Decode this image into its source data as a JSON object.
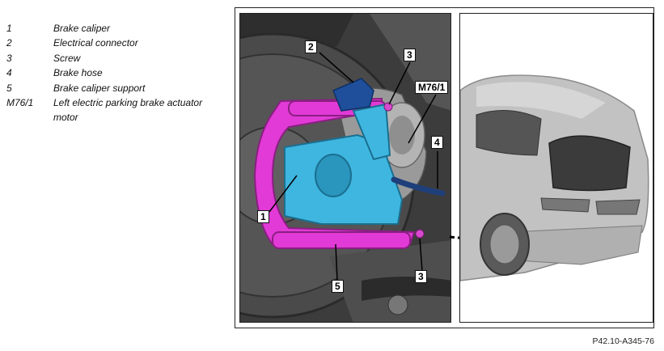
{
  "legend": [
    {
      "num": "1",
      "text": "Brake caliper"
    },
    {
      "num": "2",
      "text": "Electrical connector"
    },
    {
      "num": "3",
      "text": "Screw"
    },
    {
      "num": "4",
      "text": "Brake hose"
    },
    {
      "num": "5",
      "text": "Brake caliper support"
    },
    {
      "num": "M76/1",
      "text": "Left electric parking brake actuator motor"
    }
  ],
  "callouts": {
    "c2": "2",
    "c3_top": "3",
    "c_m76": "M76/1",
    "c4": "4",
    "c1": "1",
    "c3_bottom": "3",
    "c5": "5"
  },
  "reference": "P42.10-A345-76",
  "colors": {
    "caliper": "#3fb6e0",
    "support": "#e23ad6",
    "connector": "#1f4f9a",
    "background_dark": "#3a3a3a",
    "car_body": "#bdbdbd"
  }
}
